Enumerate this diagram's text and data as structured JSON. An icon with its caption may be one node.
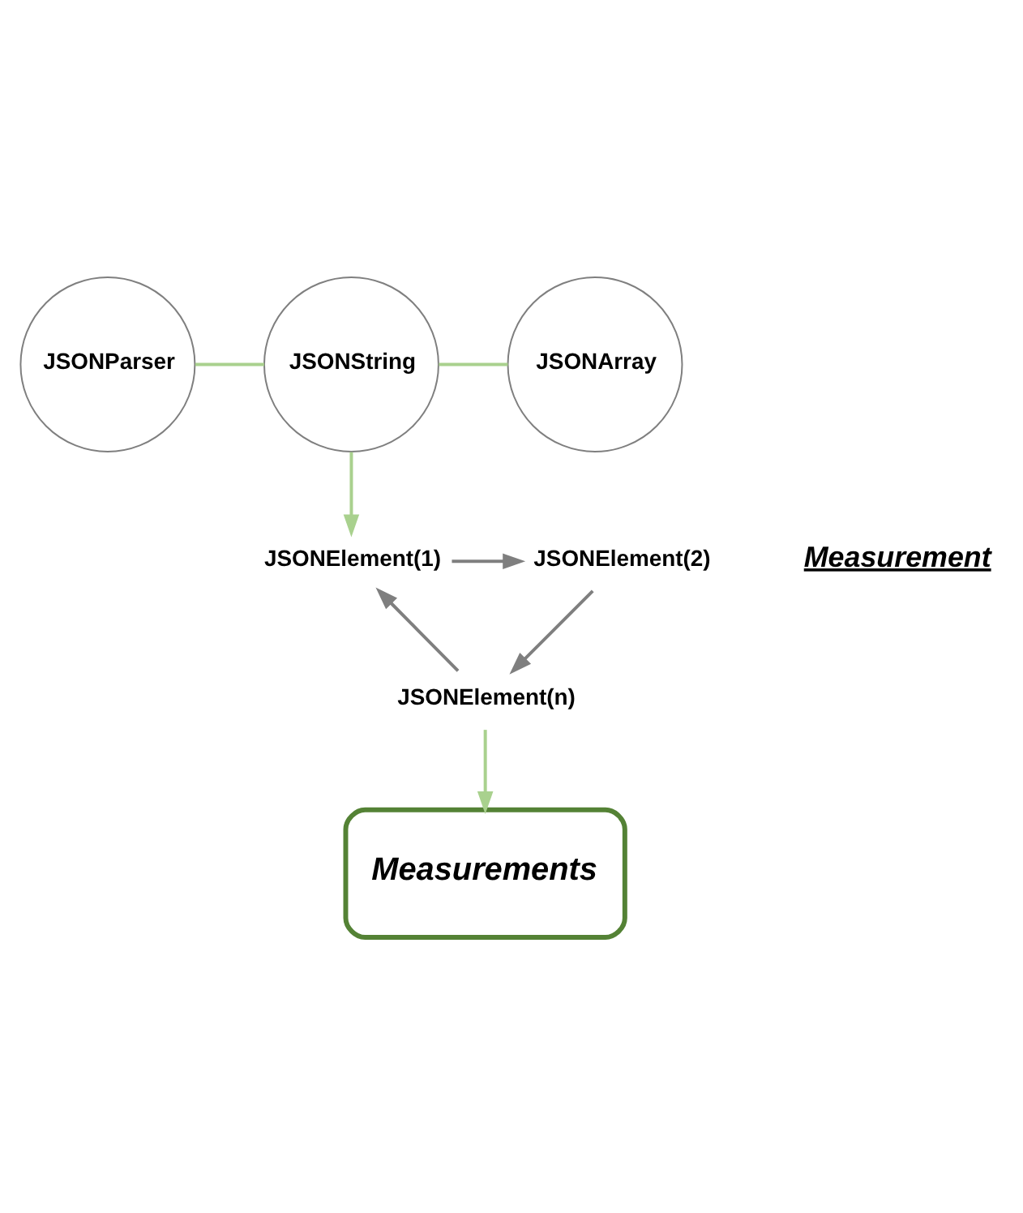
{
  "diagram": {
    "nodes": [
      {
        "text": [
          "JSONParser"
        ]
      },
      {
        "text": [
          "JSONString"
        ]
      },
      {
        "text": [
          "JSONArray"
        ]
      },
      {
        "text": [
          "JSONElement(1)"
        ]
      },
      {
        "text": [
          "JSONElement(2)"
        ]
      },
      {
        "text": [
          "JSONElement(n)"
        ]
      },
      {
        "text": [
          "Measurements"
        ]
      }
    ],
    "edges": [
      {
        "from": 0,
        "to": 1,
        "arrow": "none",
        "color": "#a9d18e"
      },
      {
        "from": 1,
        "to": 2,
        "arrow": "none",
        "color": "#a9d18e"
      },
      {
        "from": 1,
        "to": 3,
        "arrow": "to",
        "color": "#a9d18e"
      },
      {
        "from": 3,
        "to": 4,
        "arrow": "to"
      },
      {
        "from": 4,
        "to": 5,
        "arrow": "to"
      },
      {
        "from": 5,
        "to": 3,
        "arrow": "to"
      },
      {
        "from": 5,
        "to": 6,
        "arrow": "to",
        "color": "#a9d18e"
      }
    ],
    "labels": [
      "Measurement"
    ]
  }
}
